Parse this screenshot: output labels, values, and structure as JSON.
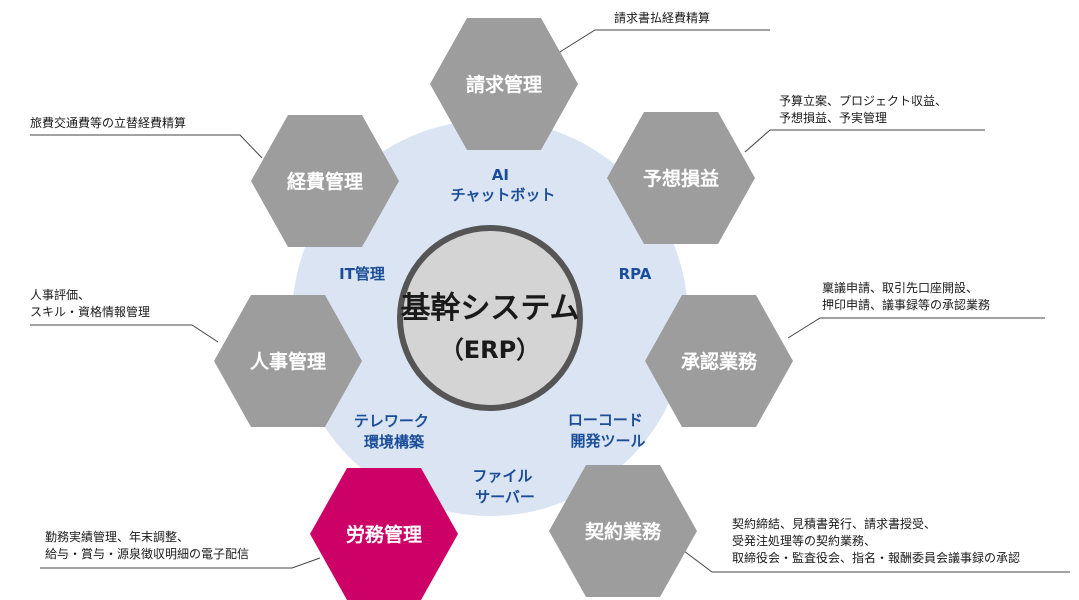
{
  "center": {
    "title": "基幹システム",
    "subtitle": "（ERP）"
  },
  "modules": {
    "seikyu": {
      "label": "請求管理",
      "note": [
        "請求書払経費精算"
      ]
    },
    "yoso": {
      "label": "予想損益",
      "note": [
        "予算立案、プロジェクト収益、",
        "予想損益、予実管理"
      ]
    },
    "shonin": {
      "label": "承認業務",
      "note": [
        "稟議申請、取引先口座開設、",
        "押印申請、議事録等の承認業務"
      ]
    },
    "keiyaku": {
      "label": "契約業務",
      "note": [
        "契約締結、見積書発行、請求書授受、",
        "受発注処理等の契約業務、",
        "取締役会・監査役会、指名・報酬委員会議事録の承認"
      ]
    },
    "romu": {
      "label": "労務管理",
      "note": [
        "勤務実績管理、年末調整、",
        "給与・賞与・源泉徴収明細の電子配信"
      ]
    },
    "jinji": {
      "label": "人事管理",
      "note": [
        "人事評価、",
        "スキル・資格情報管理"
      ]
    },
    "keihi": {
      "label": "経費管理",
      "note": [
        "旅費交通費等の立替経費精算"
      ]
    }
  },
  "ring": {
    "ai": [
      "AI",
      "チャットボット"
    ],
    "rpa": [
      "RPA"
    ],
    "lowcode": [
      "ローコード",
      "開発ツール"
    ],
    "file": [
      "ファイル",
      "サーバー"
    ],
    "telework": [
      "テレワーク",
      "環境構築"
    ],
    "it": [
      "IT管理"
    ]
  },
  "colors": {
    "hex": "#9d9d9d",
    "highlight": "#cc0066",
    "ring": "#dbe4f3",
    "center_fill": "#d4d4d4",
    "center_border": "#555555",
    "ring_text": "#1a4e99",
    "line": "#444444"
  }
}
